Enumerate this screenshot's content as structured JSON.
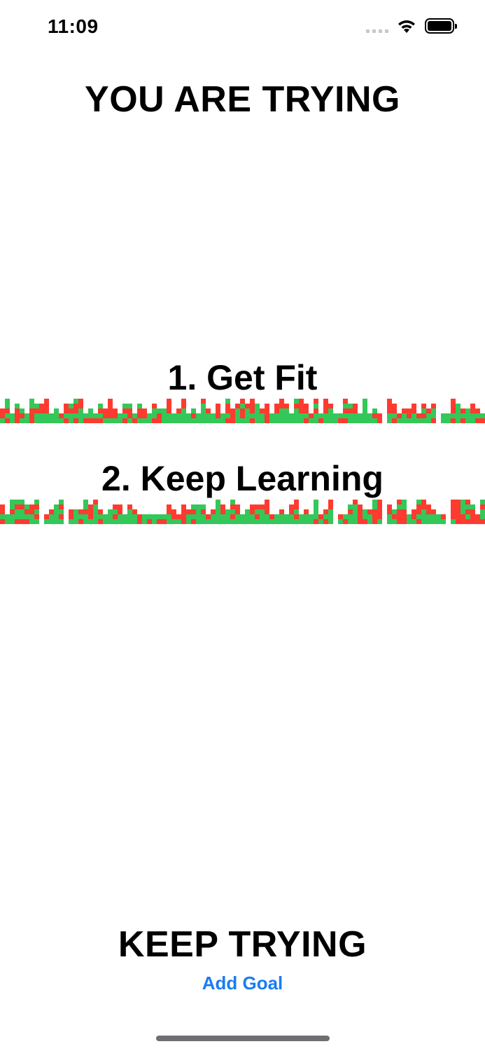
{
  "status_bar": {
    "time": "11:09",
    "icons": [
      "cellular-signal-icon",
      "wifi-icon",
      "battery-icon"
    ]
  },
  "header": {
    "title": "YOU ARE TRYING"
  },
  "goals": [
    {
      "label": "1. Get Fit"
    },
    {
      "label": "2. Keep Learning"
    }
  ],
  "footer": {
    "title": "KEEP TRYING",
    "add_goal_label": "Add Goal"
  },
  "colors": {
    "success": "#34c759",
    "failure": "#ff3b30",
    "link": "#1a7cf0",
    "background": "#ffffff",
    "text": "#000000"
  }
}
